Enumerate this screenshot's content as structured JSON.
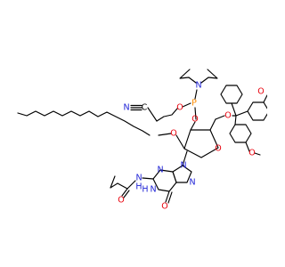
{
  "palette": {
    "bond": "#000000",
    "oxygen": "#e8000b",
    "nitrogen": "#1f23d6",
    "phosphorus": "#ff8c00",
    "carbon": "#000000"
  },
  "atom_labels": {
    "nitrile_c": "C",
    "nitrile_n": "N",
    "phosphite_o1": "O",
    "phosphorus": "P",
    "amine_n": "N",
    "phosphite_o2": "O",
    "ether_o_5prime": "O",
    "ring_o": "O",
    "alkyl_ether_o": "O",
    "methoxy_o_top": "O",
    "methoxy_o_bottom": "O",
    "imidazole_n_upper": "N",
    "imidazole_n_lower": "N",
    "pyrimidine_n": "N",
    "amide_nh_n": "N",
    "amide_nh_h": "H",
    "ring_nh_n": "N",
    "ring_nh_h": "H",
    "amide_carbonyl_o": "O",
    "lactam_carbonyl_o": "O"
  }
}
